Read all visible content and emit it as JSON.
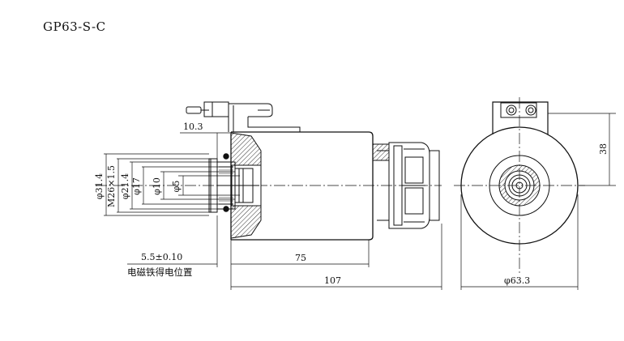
{
  "title": "GP63-S-C",
  "dimensions": {
    "d_10_3": "10.3",
    "d_31_4": "φ31.4",
    "d_m26": "M26×1.5",
    "d_21_4": "φ21.4",
    "d_17": "φ17",
    "d_10": "φ10",
    "d_5": "φ5",
    "d_5_5": "5.5±0.10",
    "d_75": "75",
    "d_107": "107",
    "d_38": "38",
    "d_63_3": "φ63.3"
  },
  "annotation": "电磁铁得电位置",
  "colors": {
    "line": "#111111",
    "hatch": "#333333",
    "background": "#ffffff"
  }
}
